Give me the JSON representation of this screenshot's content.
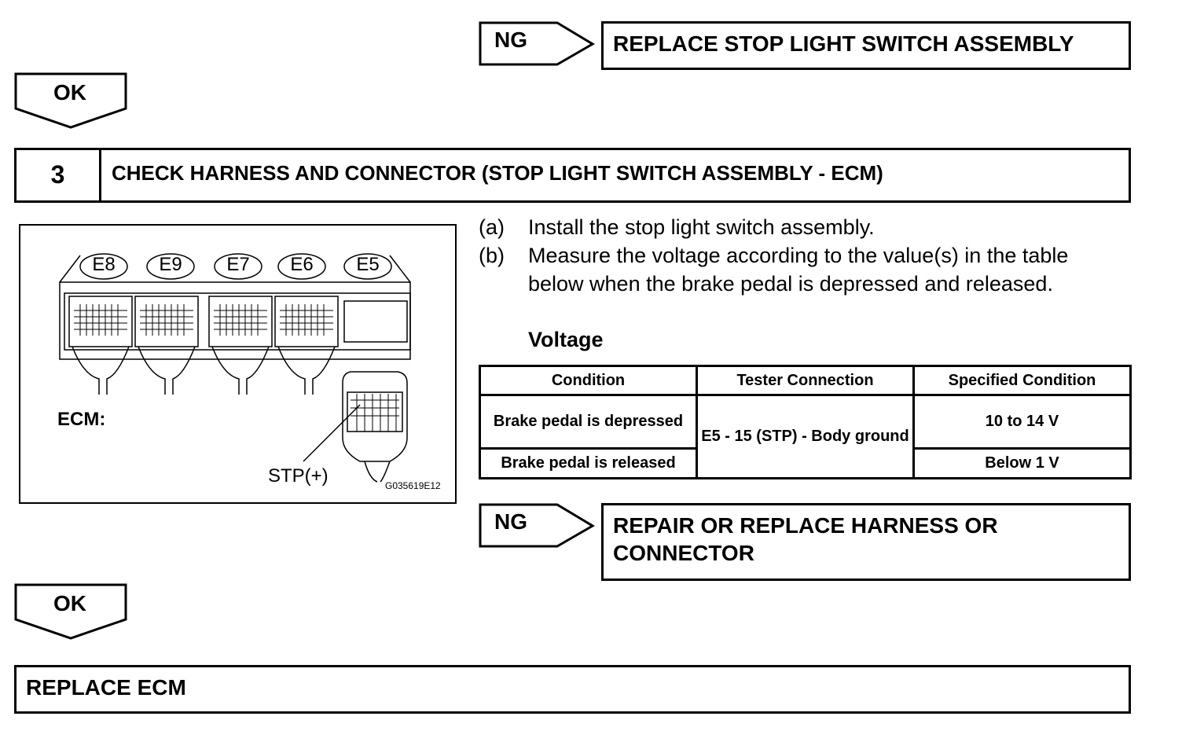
{
  "top_branch": {
    "ng_label": "NG",
    "result": "REPLACE STOP LIGHT SWITCH ASSEMBLY",
    "ok_label": "OK"
  },
  "step": {
    "number": "3",
    "title": "CHECK HARNESS AND CONNECTOR (STOP LIGHT SWITCH ASSEMBLY - ECM)"
  },
  "instructions": [
    {
      "label": "(a)",
      "text": "Install the stop light switch assembly."
    },
    {
      "label": "(b)",
      "text": "Measure the voltage according to the value(s) in the table below when the brake pedal is depressed and released."
    }
  ],
  "table_title": "Voltage",
  "table": {
    "headers": [
      "Condition",
      "Tester Connection",
      "Specified Condition"
    ],
    "rows": [
      {
        "condition": "Brake pedal is depressed",
        "specified": "10 to 14 V"
      },
      {
        "condition": "Brake pedal is released",
        "specified": "Below 1 V"
      }
    ],
    "tester_connection": "E5 - 15 (STP) - Body ground"
  },
  "diagram": {
    "connectors": [
      "E8",
      "E9",
      "E7",
      "E6",
      "E5"
    ],
    "ecm_label": "ECM:",
    "pin_label": "STP(+)",
    "figure_code": "G035619E12"
  },
  "bottom_branch": {
    "ng_label": "NG",
    "result": "REPAIR OR REPLACE HARNESS OR CONNECTOR",
    "ok_label": "OK"
  },
  "final_action": "REPLACE ECM"
}
